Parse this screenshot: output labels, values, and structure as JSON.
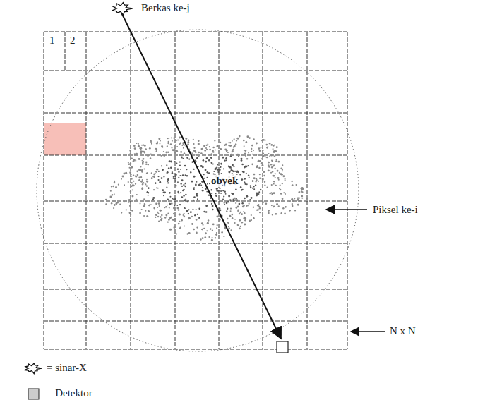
{
  "diagram": {
    "labels": [
      "Berkas ke-j",
      "1",
      "2",
      "obyek",
      "Piksel ke-i",
      "N x N"
    ],
    "legend": [
      {
        "text": "= sinar-X"
      },
      {
        "text": "= Detektor"
      }
    ]
  }
}
